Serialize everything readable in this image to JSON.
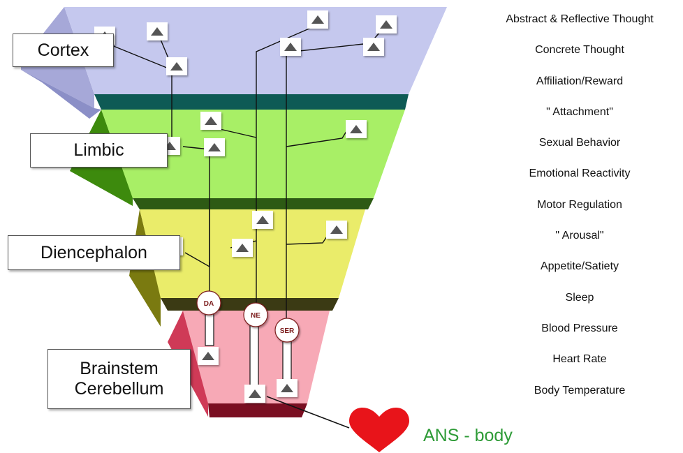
{
  "brain_regions": {
    "cortex": "Cortex",
    "limbic": "Limbic",
    "diencephalon": "Diencephalon",
    "brainstem_line1": "Brainstem",
    "brainstem_line2": "Cerebellum"
  },
  "neurotransmitters": {
    "da": "DA",
    "ne": "NE",
    "ser": "SER"
  },
  "functions": [
    "Abstract & Reflective Thought",
    "Concrete Thought",
    "Affiliation/Reward",
    "\" Attachment\"",
    "Sexual Behavior",
    "Emotional Reactivity",
    "Motor Regulation",
    "\" Arousal\"",
    "Appetite/Satiety",
    "Sleep",
    "Blood Pressure",
    "Heart Rate",
    "Body Temperature"
  ],
  "ans_label": "ANS - body",
  "colors": {
    "cortex": "#c5c8ee",
    "limbic": "#a8ef66",
    "diencephalon": "#eaec6a",
    "brainstem": "#f7a9b6",
    "ans_text": "#2e9b37",
    "heart": "#e8141a"
  }
}
